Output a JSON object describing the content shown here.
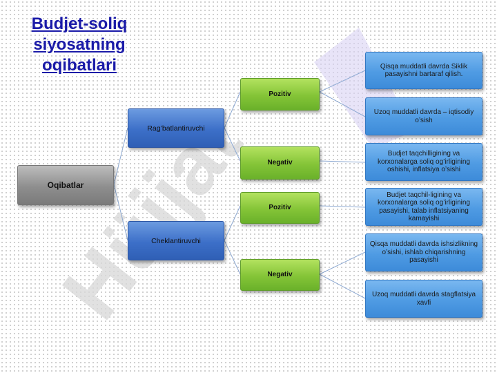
{
  "title": "Budjet-soliq siyosatning oqibatlari",
  "watermark": "Hüjjat",
  "root": "Oqibatlar",
  "branches": {
    "stimulating": {
      "label": "Rag’batlantiruvchi",
      "positive": {
        "label": "Pozitiv",
        "effects": [
          "Qisqa muddatli davrda Siklik pasayishni bartaraf qilish.",
          "Uzoq muddatli davrda – iqtisodiy o’sish"
        ]
      },
      "negative": {
        "label": "Negativ",
        "effects": [
          "Budjet taqchilligining va korxonalarga soliq og’irligining oshishi, inflatsiya o’sishi"
        ]
      }
    },
    "restraining": {
      "label": "Cheklantiruvchi",
      "positive": {
        "label": "Pozitiv",
        "effects": [
          "Budjet taqchil-ligining va korxonalarga soliq og’irligining pasayishi, talab inflatsiyaning kamayishi"
        ]
      },
      "negative": {
        "label": "Negativ",
        "effects": [
          "Qisqa muddatli davrda ishsizlikning o’sishi, ishlab chiqarishning pasayishi",
          "Uzoq muddatli davrda stagflatsiya xavfi"
        ]
      }
    }
  },
  "colors": {
    "title": "#1a1aa8",
    "lines": "#8da9d2",
    "watermark": "#dcdcdc",
    "watermark_accent": "#cfc8ee"
  }
}
